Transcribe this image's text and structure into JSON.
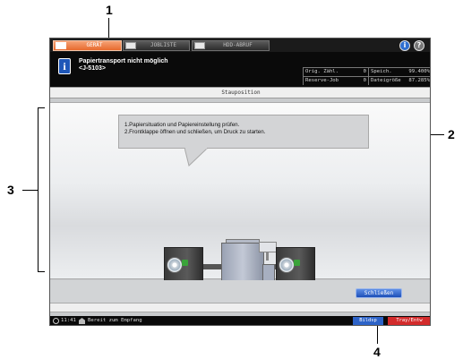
{
  "callouts": [
    "1",
    "2",
    "3",
    "4"
  ],
  "tabs": {
    "geraet": "GERÄT",
    "jobliste": "JOBLISTE",
    "hdd": "HDD-ABRUF"
  },
  "status": {
    "message_line1": "Papiertransport nicht möglich",
    "message_line2": "<J-5103>",
    "counters": {
      "orig_label": "Orig. Zähl.",
      "orig_value": "0",
      "speich_label": "Speich.",
      "speich_value": "99.400%",
      "reserve_label": "Reserve-Job",
      "reserve_value": "0",
      "datei_label": "Dateigröße",
      "datei_value": "87.285%"
    }
  },
  "page_title": "Stauposition",
  "instructions": {
    "line1": "1.Papiersituation und Papiereinstellung prüfen.",
    "line2": "2.Frontklappe öffnen und schließen, um Druck zu starten."
  },
  "buttons": {
    "close": "Schließen"
  },
  "bottombar": {
    "time": "11:41",
    "status": "Bereit zum Empfang",
    "bild": "Bildsp",
    "tray": "Tray/Entw"
  },
  "colors": {
    "active_tab": "#e86a2d",
    "button_blue": "#2d63c8",
    "alert_red": "#d32b2b",
    "info_blue": "#1f57b8",
    "green_mark": "#3aa33a"
  }
}
